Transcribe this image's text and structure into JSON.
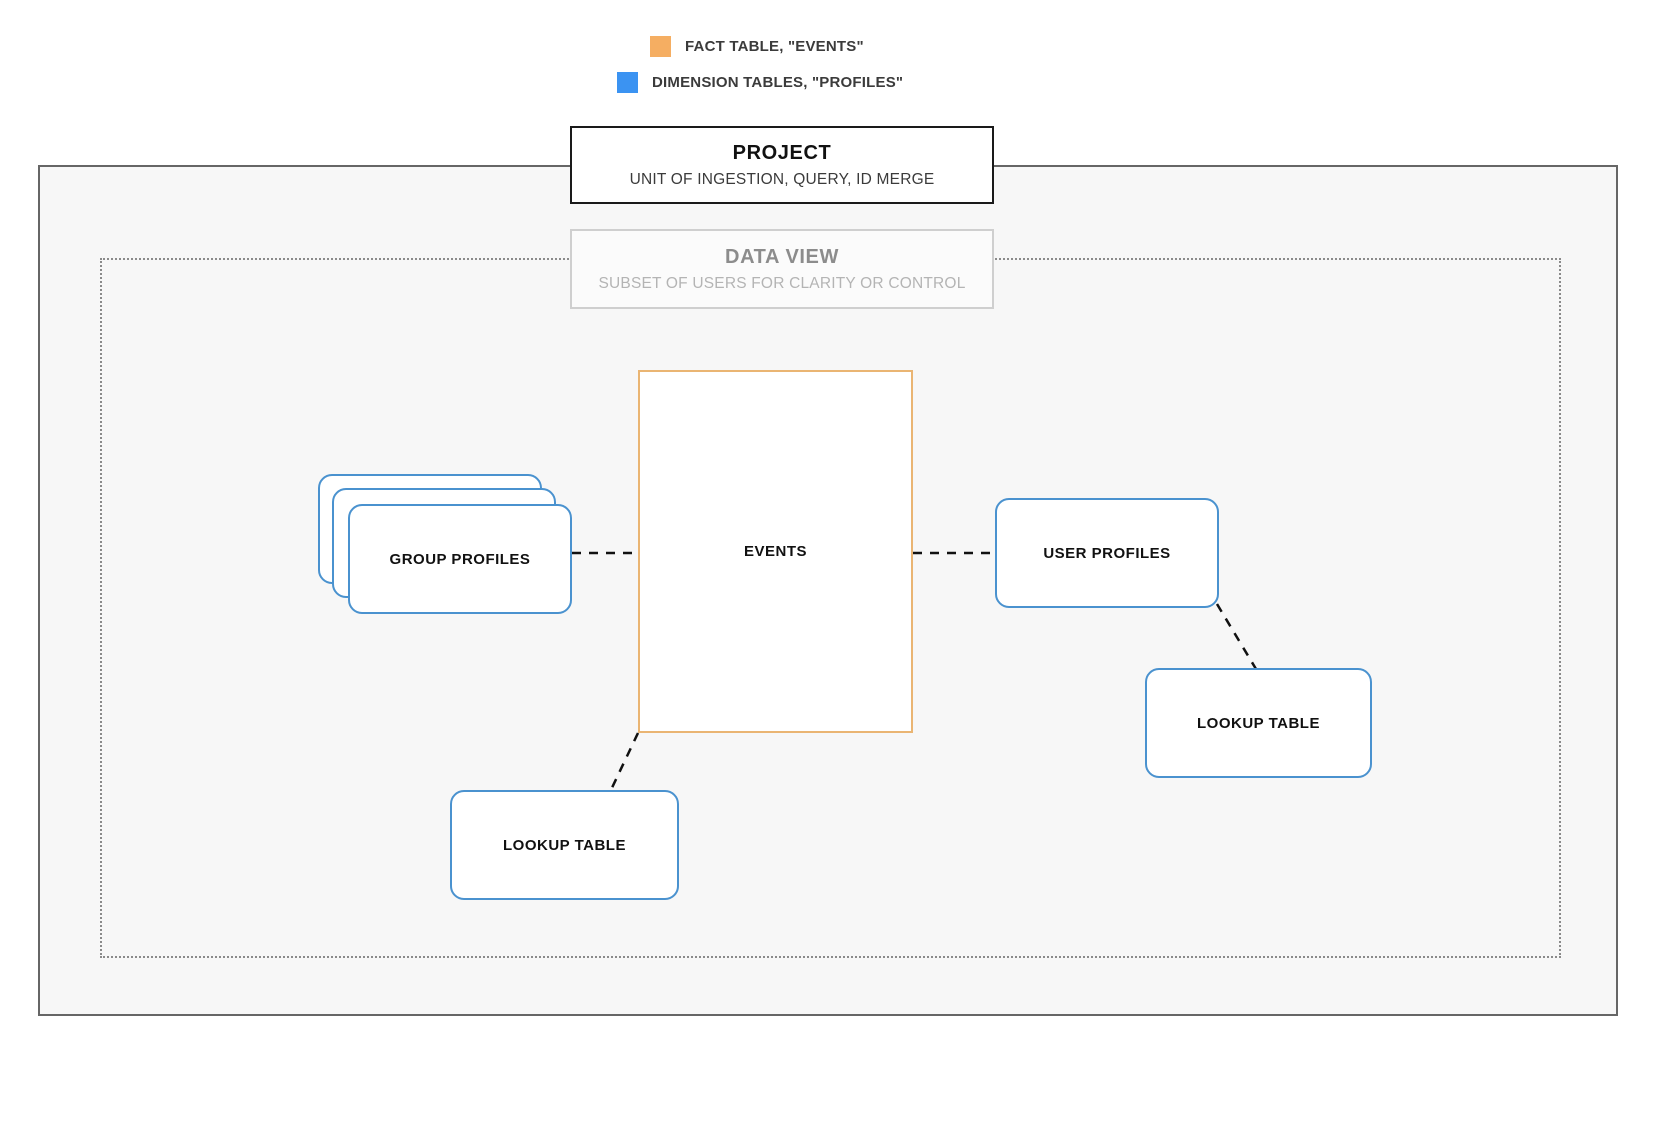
{
  "legend": {
    "items": [
      {
        "label": "FACT TABLE, \"EVENTS\"",
        "color": "#f5ae62",
        "icon": "square-swatch-icon"
      },
      {
        "label": "DIMENSION TABLES, \"PROFILES\"",
        "color": "#3b93f2",
        "icon": "square-swatch-icon"
      }
    ]
  },
  "project": {
    "title": "PROJECT",
    "subtitle": "UNIT OF INGESTION, QUERY, ID MERGE"
  },
  "data_view": {
    "title": "DATA VIEW",
    "subtitle": "SUBSET OF USERS FOR CLARITY OR CONTROL"
  },
  "nodes": {
    "events": {
      "label": "EVENTS",
      "type": "fact",
      "color": "#eab573"
    },
    "group_profiles": {
      "label": "GROUP PROFILES",
      "type": "dimension",
      "color": "#4a92cf",
      "stack_count": 3
    },
    "user_profiles": {
      "label": "USER PROFILES",
      "type": "dimension",
      "color": "#4a92cf"
    },
    "lookup_left": {
      "label": "LOOKUP TABLE",
      "type": "dimension",
      "color": "#4a92cf"
    },
    "lookup_right": {
      "label": "LOOKUP TABLE",
      "type": "dimension",
      "color": "#4a92cf"
    }
  },
  "connectors": [
    {
      "name": "group-profiles-to-events",
      "style": "dashed",
      "color": "#111111"
    },
    {
      "name": "events-to-user-profiles",
      "style": "dashed",
      "color": "#111111"
    },
    {
      "name": "events-to-lookup-left",
      "style": "dashed",
      "color": "#111111"
    },
    {
      "name": "user-profiles-to-lookup-right",
      "style": "dashed",
      "color": "#111111"
    }
  ],
  "frames": {
    "project_frame": {
      "border_color": "#666666",
      "fill": "#f7f7f7",
      "style": "solid"
    },
    "data_view_frame": {
      "border_color": "#8a8a8a",
      "fill": "transparent",
      "style": "dotted"
    }
  }
}
